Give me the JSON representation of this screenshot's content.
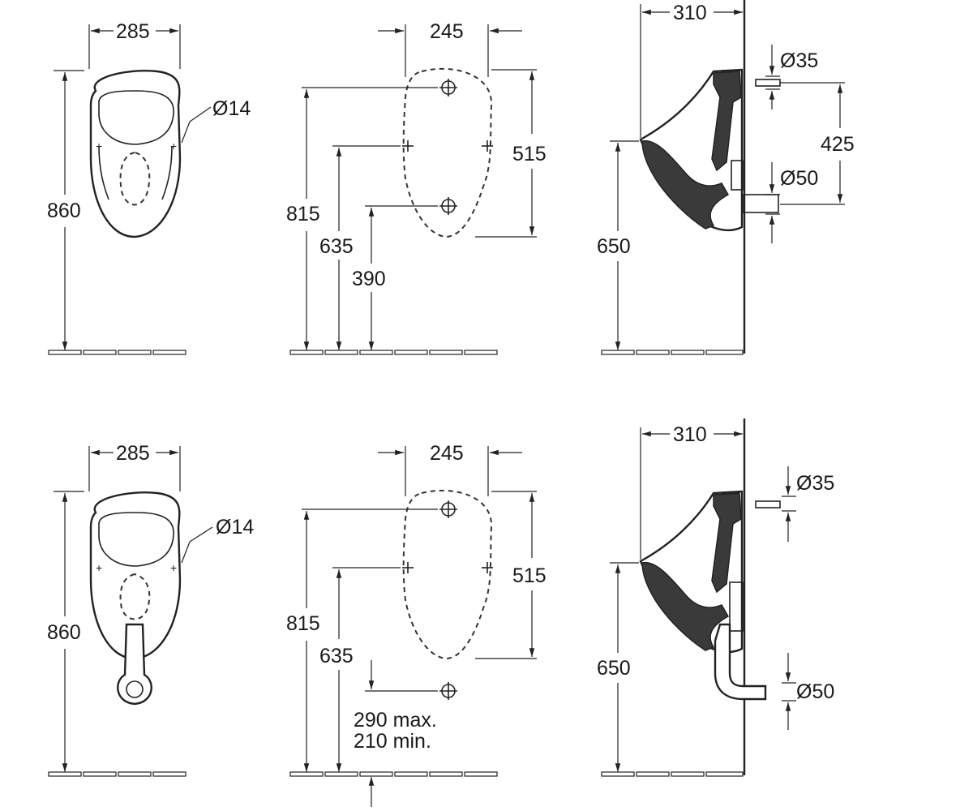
{
  "views": {
    "top_front": {
      "width": "285",
      "height": "860",
      "hole_diameter": "Ø14"
    },
    "top_install": {
      "width": "245",
      "height": "515",
      "top_fixing": "815",
      "side_fixing": "635",
      "bottom_fixing": "390"
    },
    "top_side": {
      "depth": "310",
      "inlet": "Ø35",
      "inlet_to_outlet": "425",
      "outlet": "Ø50",
      "rim_height": "650"
    },
    "bottom_front": {
      "width": "285",
      "height": "860",
      "hole_diameter": "Ø14"
    },
    "bottom_install": {
      "width": "245",
      "height": "515",
      "top_fixing": "815",
      "side_fixing": "635",
      "range_max": "290 max.",
      "range_min": "210 min."
    },
    "bottom_side": {
      "depth": "310",
      "inlet": "Ø35",
      "outlet": "Ø50",
      "rim_height": "650"
    }
  }
}
